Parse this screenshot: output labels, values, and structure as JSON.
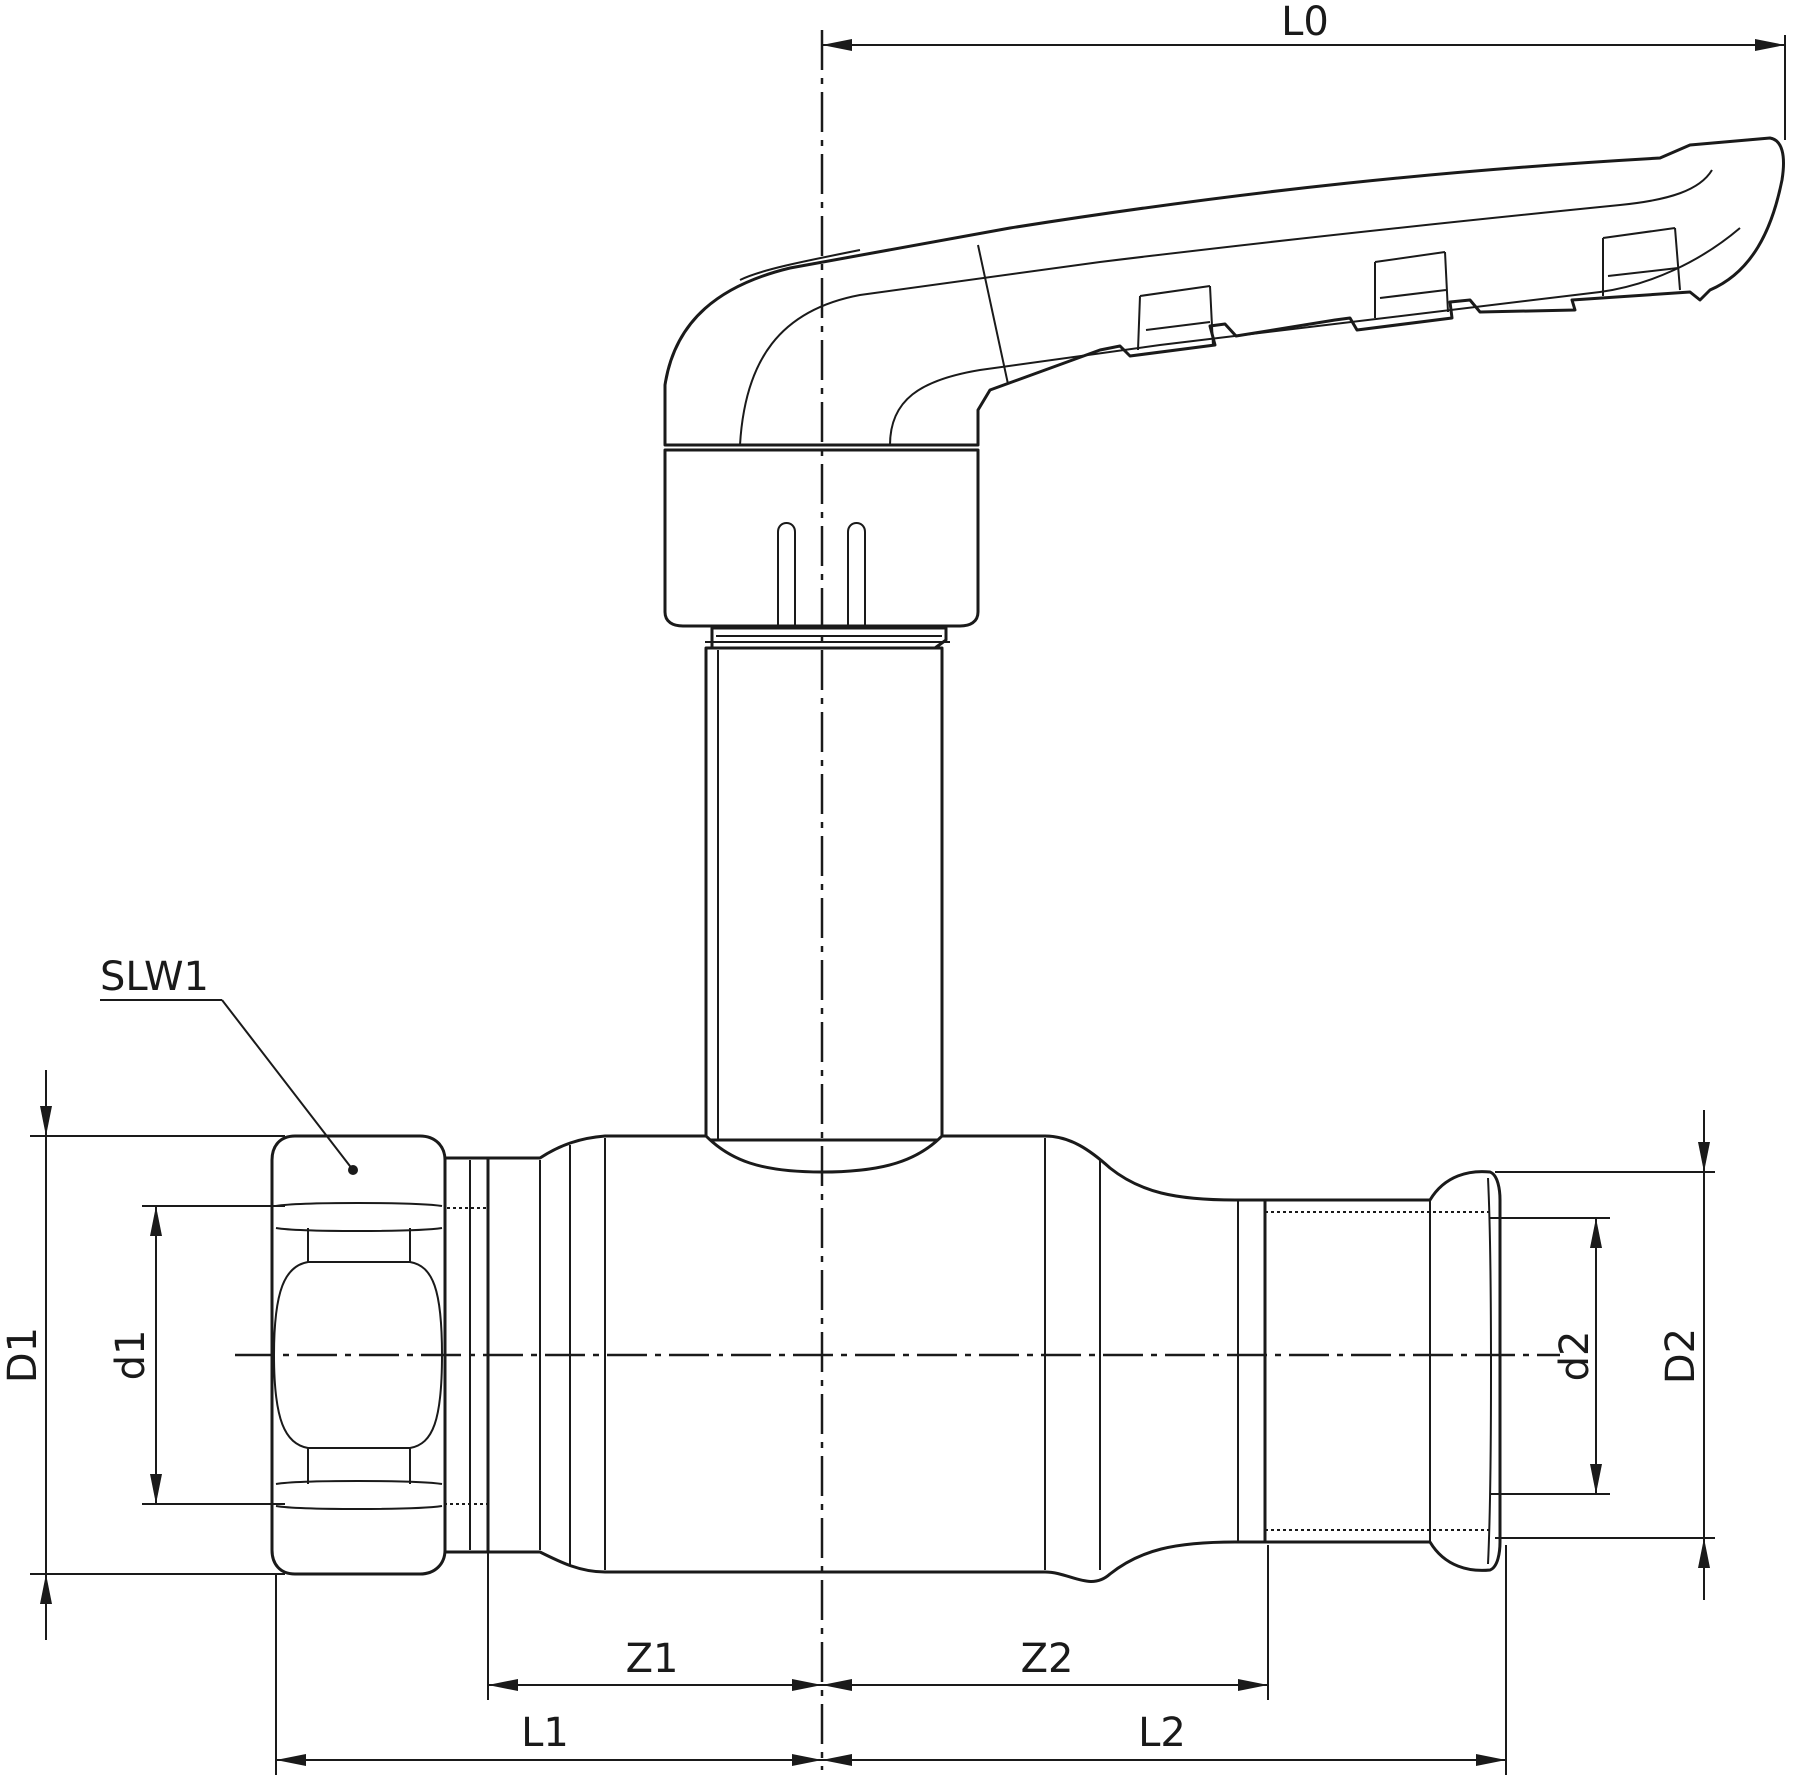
{
  "drawing": {
    "callout": "SLW1",
    "dimensions": {
      "overall_handle_length": "L0",
      "outer_diameter_left": "D1",
      "inner_diameter_left": "d1",
      "inner_diameter_right": "d2",
      "outer_diameter_right": "D2",
      "insertion_left": "Z1",
      "insertion_right": "Z2",
      "length_left": "L1",
      "length_right": "L2"
    }
  }
}
